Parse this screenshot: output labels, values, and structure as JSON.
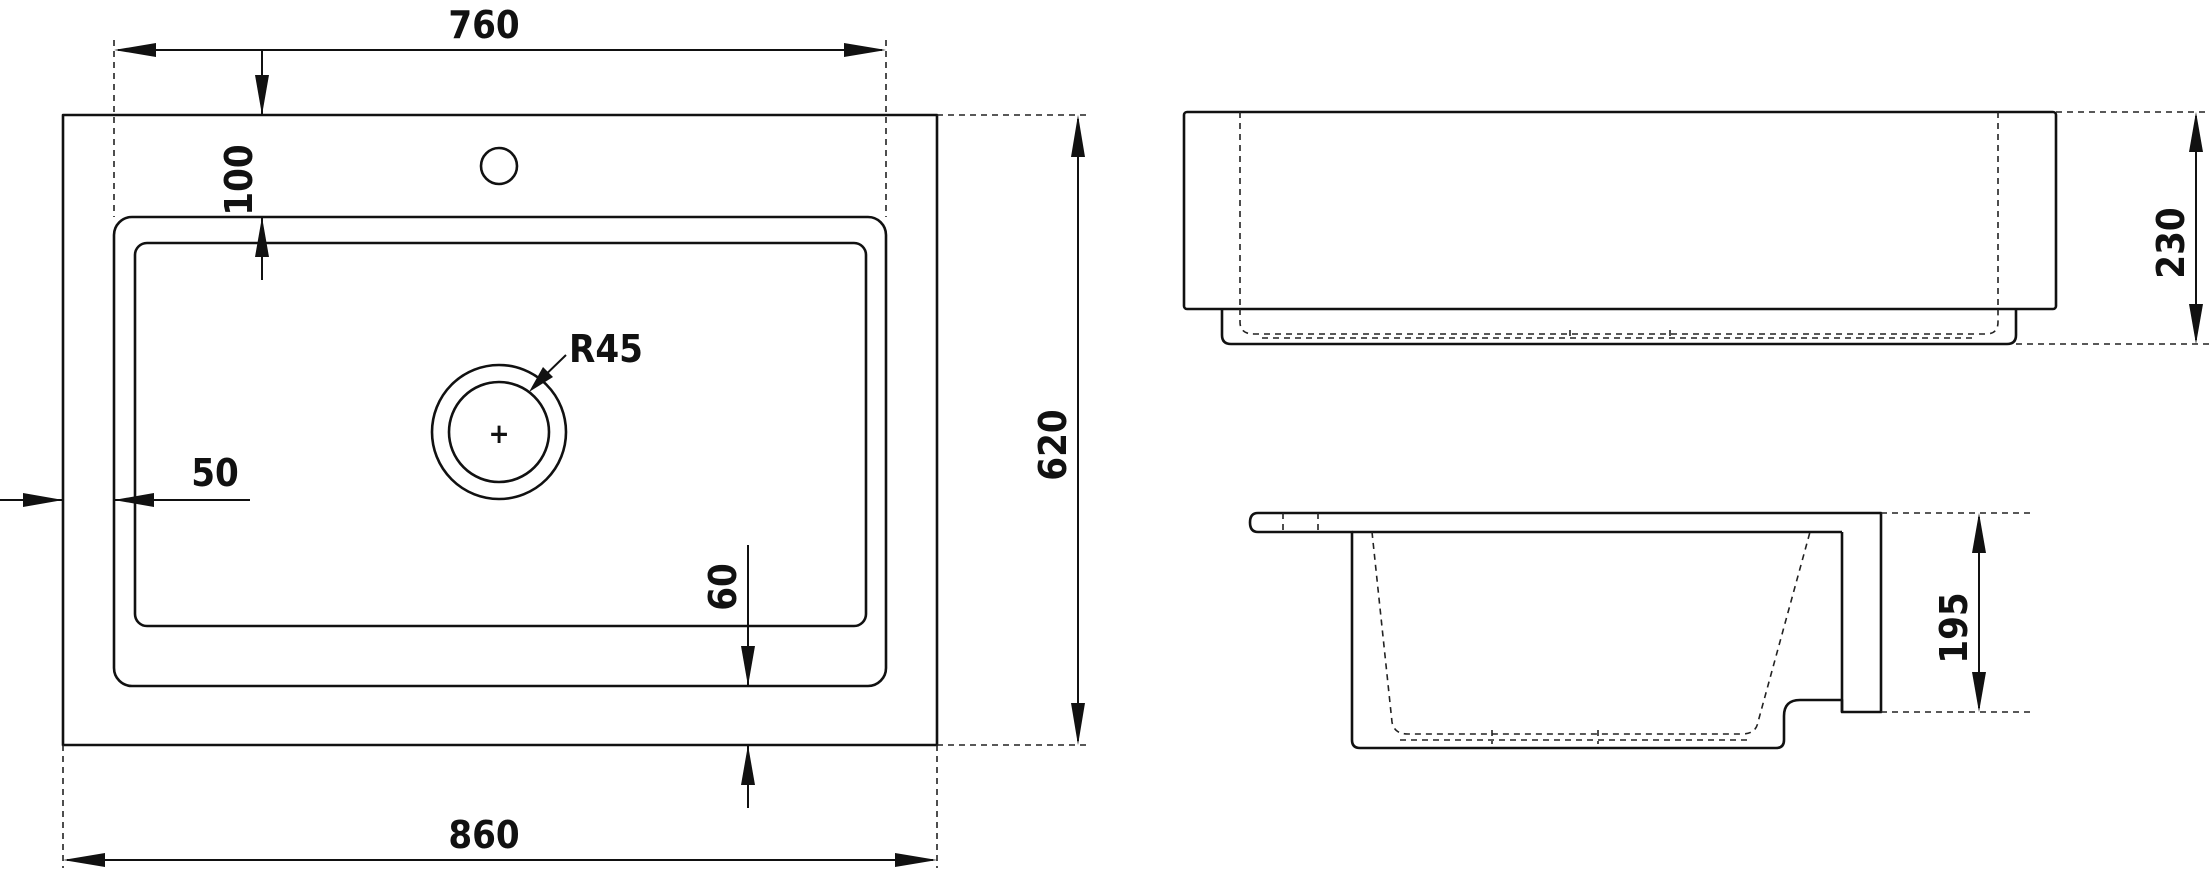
{
  "colors": {
    "line": "#111111",
    "background": "#ffffff"
  },
  "top_view": {
    "dims": {
      "inner_width": "760",
      "overall_width": "860",
      "overall_depth": "620",
      "rim_back": "100",
      "rim_side": "50",
      "rim_front": "60",
      "drain_radius": "R45"
    },
    "symbols": {
      "drain_center_mark": "+"
    }
  },
  "front_view": {
    "dims": {
      "height": "230"
    }
  },
  "side_view": {
    "dims": {
      "bowl_depth": "195"
    }
  }
}
